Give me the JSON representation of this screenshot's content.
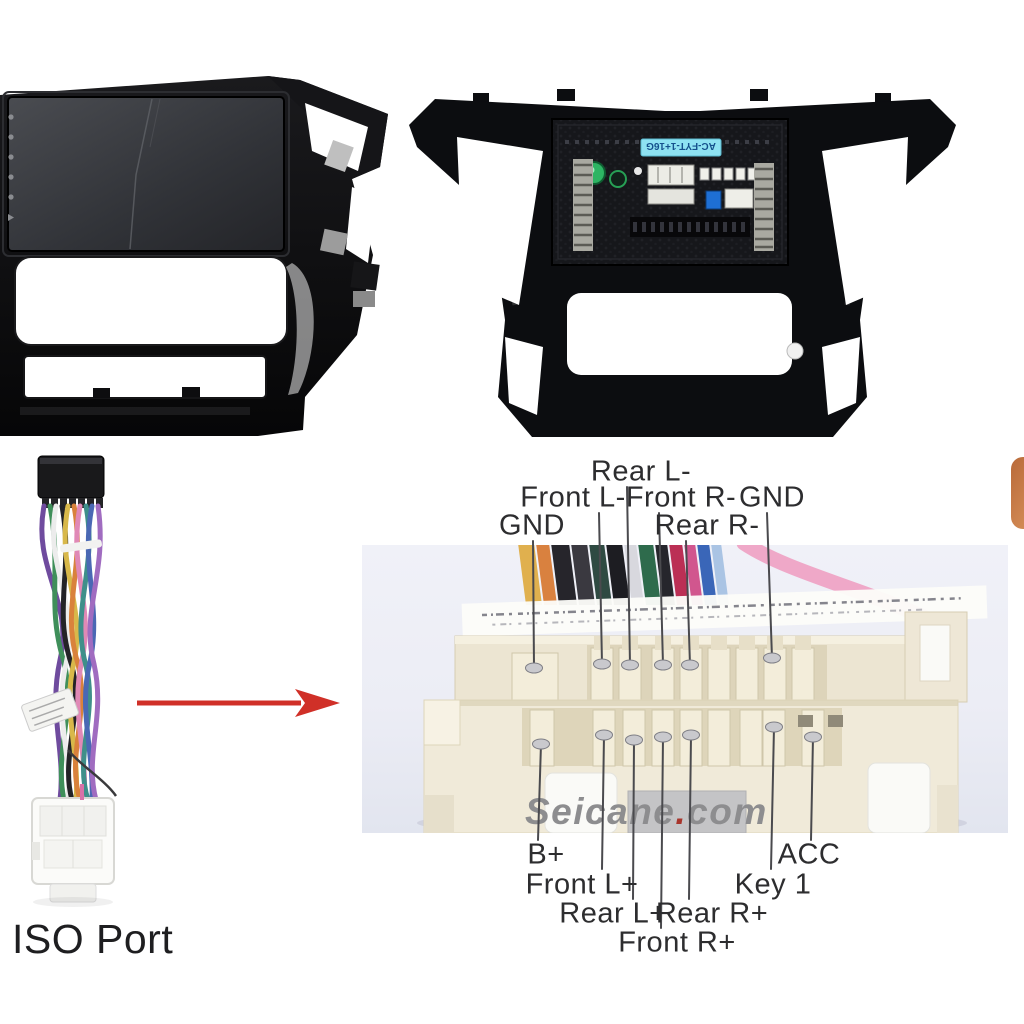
{
  "watermark": {
    "brand": "Seicane",
    "dot": ".",
    "tld": "com"
  },
  "products": {
    "rear_view": {
      "sticker_text": "AC-FYT-1+16G"
    },
    "harness": {
      "caption": "ISO Port"
    }
  },
  "diagram": {
    "labels": {
      "rear_l_neg": "Rear L-",
      "front_l_neg": "Front L-",
      "front_r_neg": "Front R-",
      "gnd_right": "GND",
      "gnd_left": "GND",
      "rear_r_neg": "Rear R-",
      "b_pos": "B+",
      "front_l_pos": "Front L+",
      "rear_l_pos": "Rear L+",
      "front_r_pos": "Front R+",
      "rear_r_pos": "Rear R+",
      "key_1": "Key 1",
      "acc": "ACC"
    }
  },
  "colors": {
    "arrow": "#d03028",
    "leader_line": "#4a4a4e",
    "panel_bg": "#edeff6",
    "connector_body": "#f0ead9",
    "watermark_gray": "#8d8d8f"
  }
}
